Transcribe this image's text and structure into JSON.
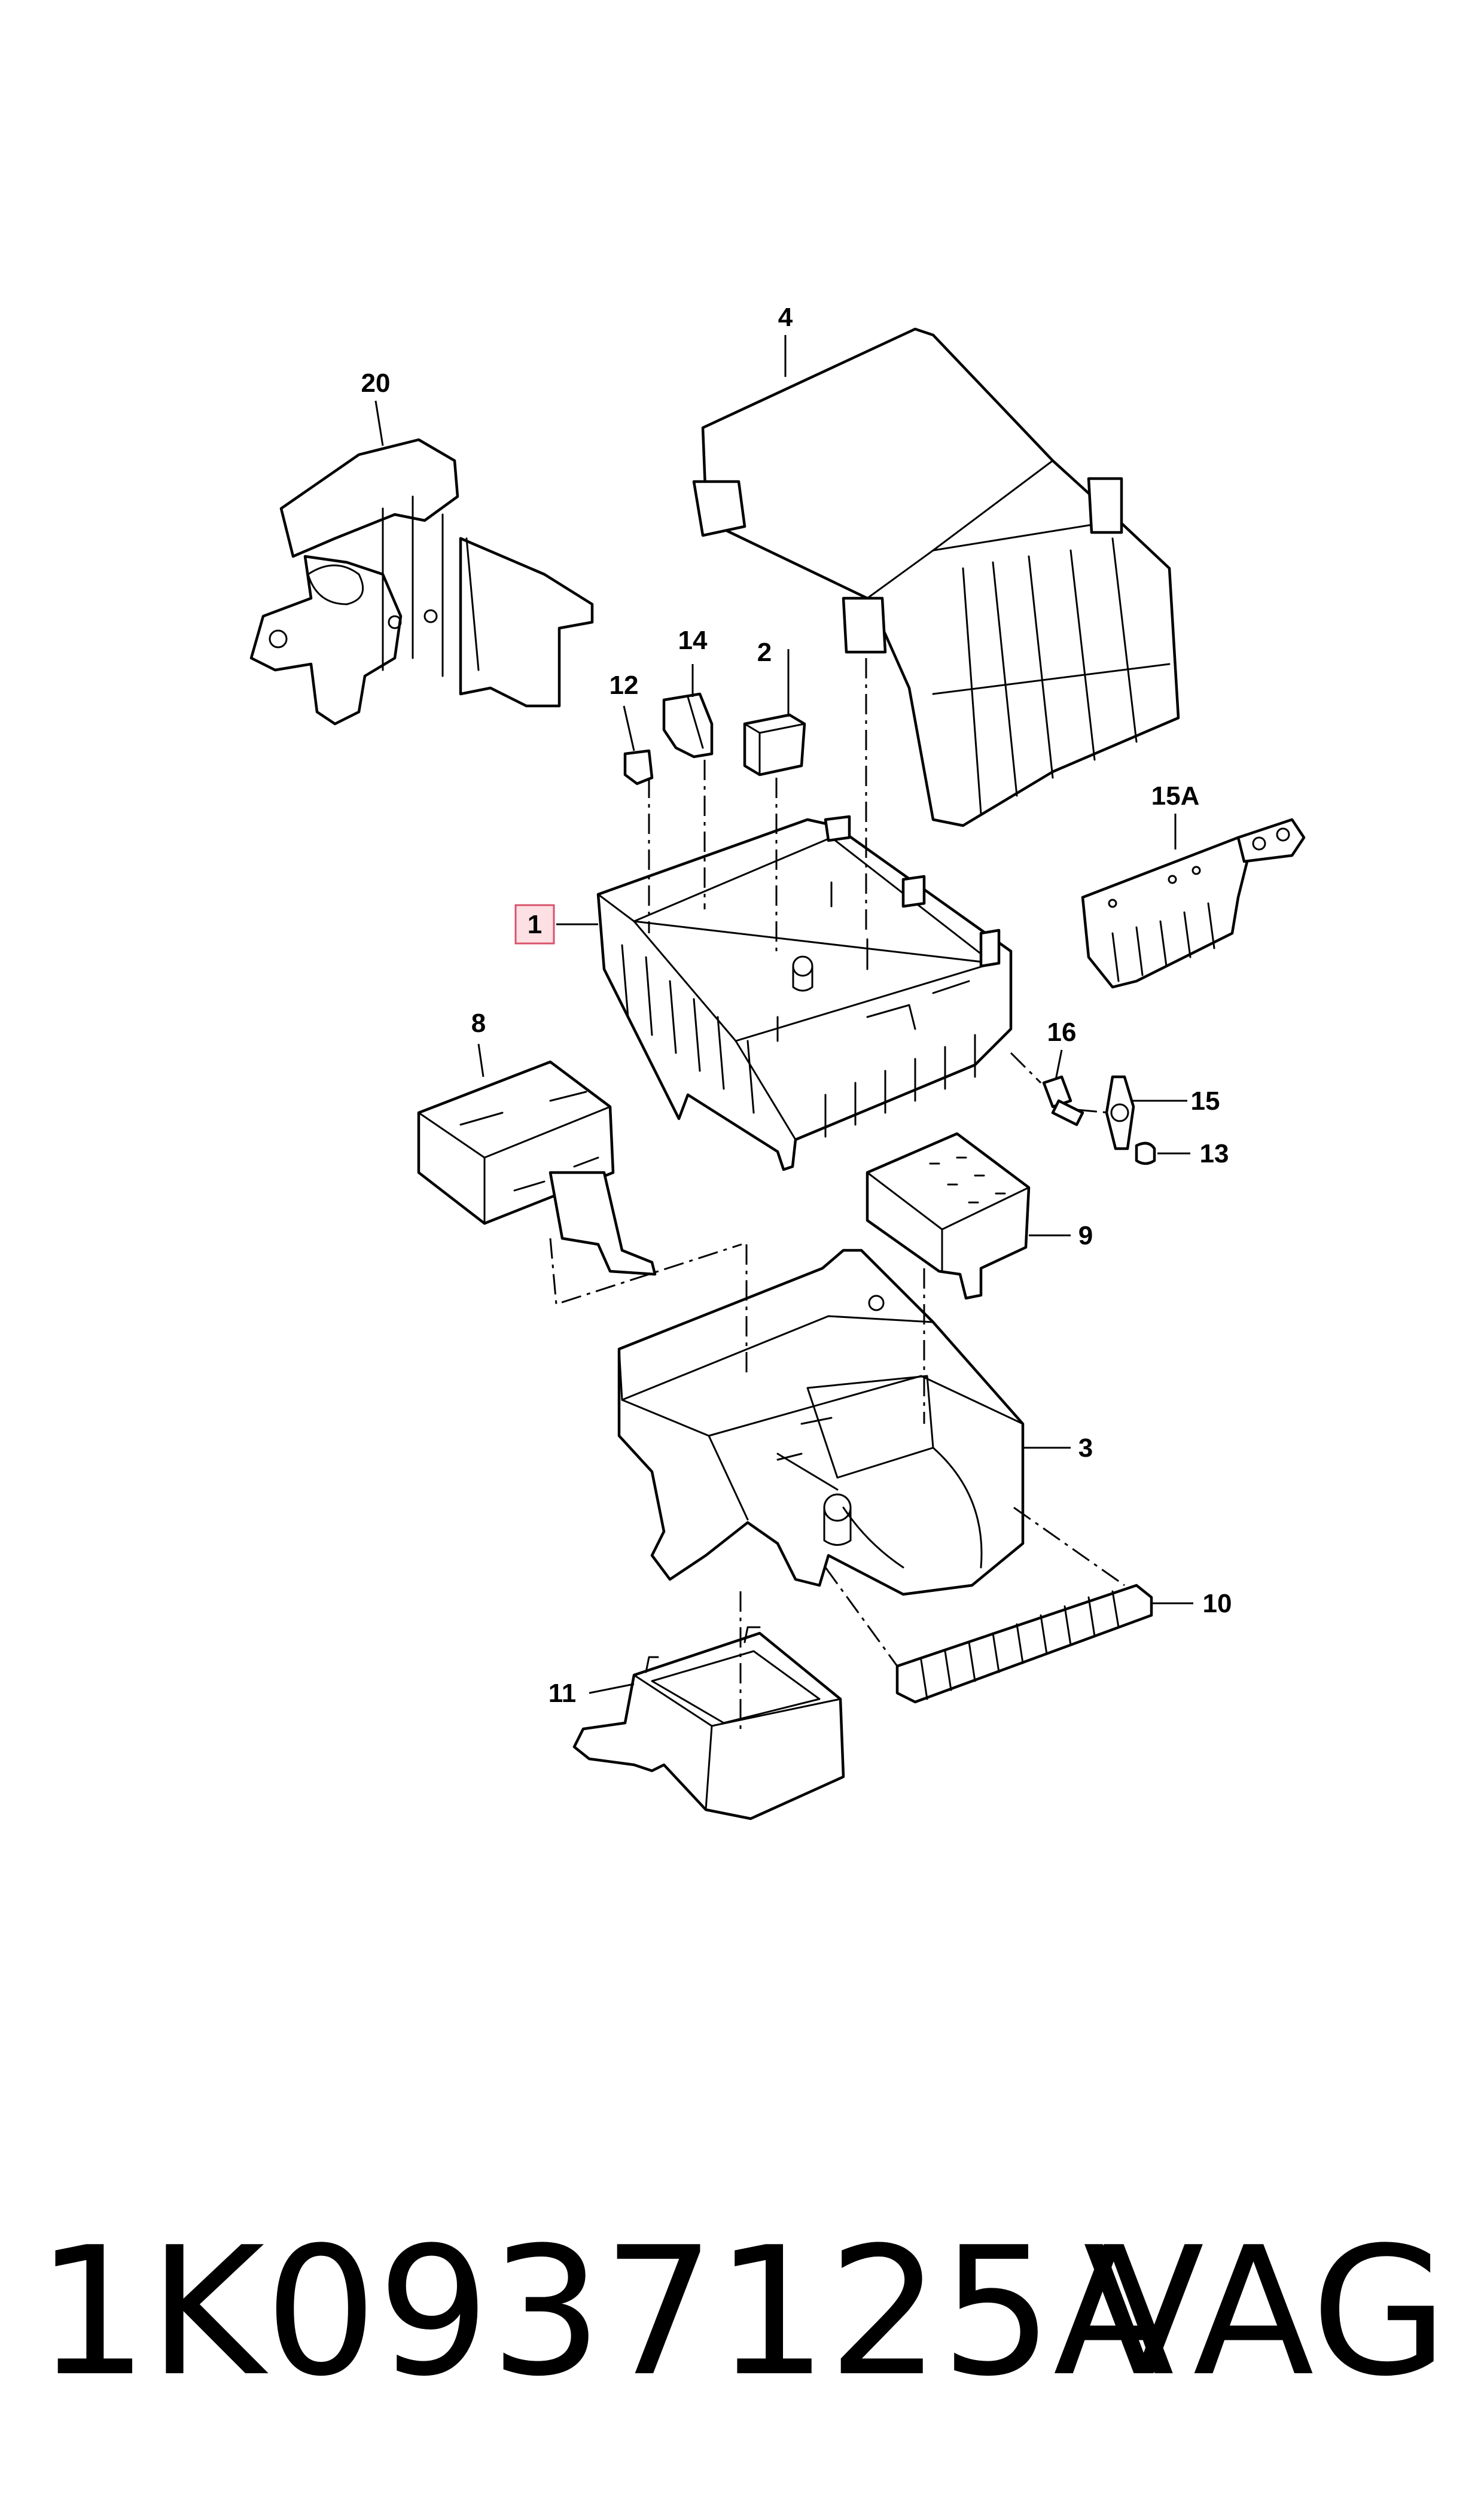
{
  "callouts": {
    "c1": "1",
    "c2": "2",
    "c3": "3",
    "c4": "4",
    "c8": "8",
    "c9": "9",
    "c10": "10",
    "c11": "11",
    "c12": "12",
    "c13": "13",
    "c14": "14",
    "c15": "15",
    "c15a": "15A",
    "c16": "16",
    "c20": "20"
  },
  "highlighted_callout": "1",
  "colors": {
    "highlight_fill": "#fde0e3",
    "highlight_stroke": "#d9536b",
    "line": "#000000"
  },
  "footer": {
    "part_number": "1K0937125A",
    "brand": "VAG"
  }
}
